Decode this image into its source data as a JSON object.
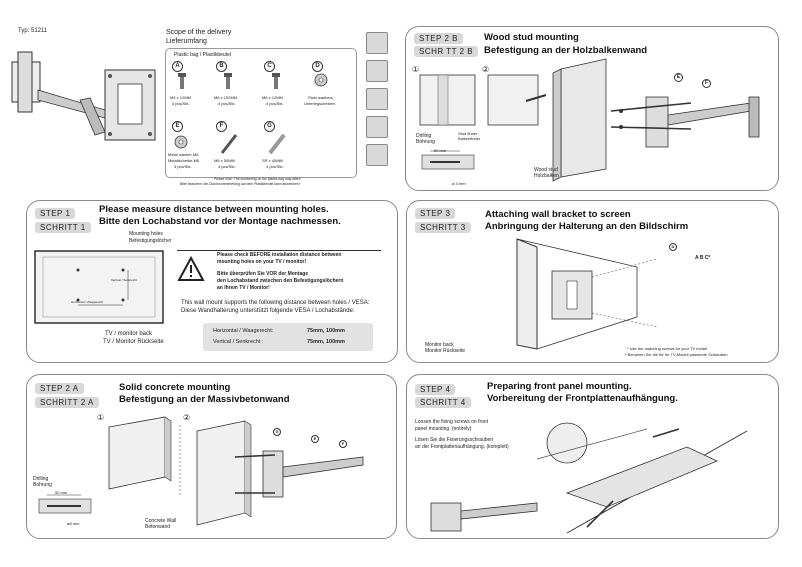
{
  "header": {
    "type_label": "Typ: 51211"
  },
  "scope": {
    "title_en": "Scope of the delivery",
    "title_de": "Lieferumfang",
    "bag_label": "Plastic bag / Plastikbeutel",
    "items": [
      {
        "letter": "A",
        "name": "M4 x 12MM",
        "qty": "4 pcs/Stk."
      },
      {
        "letter": "B",
        "name": "M6 x 152MM",
        "qty": "4 pcs/Stk."
      },
      {
        "letter": "C",
        "name": "M6 x 12MM",
        "qty": "4 pcs/Stk."
      },
      {
        "letter": "D",
        "name": "Plain washers",
        "qty": "Unterlegscheiben"
      },
      {
        "letter": "E",
        "name": "Metal washer M6",
        "name2": "Metallscheibe M6",
        "qty": "3 pcs/Stk."
      },
      {
        "letter": "F",
        "name": "M6 x 50MM",
        "qty": "4 pcs/Stk."
      },
      {
        "letter": "G",
        "name": "SR x 40MM",
        "qty": "4 pcs/Stk."
      }
    ],
    "note_en": "Please note: The numbering on the plastic bag may differ!",
    "note_de": "Bitte beachten: die Durchnummerierung auf dem Plastikbeutel kann abweichen!"
  },
  "step1": {
    "label_en": "STEP 1",
    "label_de": "SCHRITT 1",
    "title_en": "Please measure distance between mounting holes.",
    "title_de": "Bitte den Lochabstand vor der Montage nachmessen.",
    "holes_en": "Mounting holes",
    "holes_de": "Befestigungslöcher",
    "vertical": "Vertical / Senkrecht",
    "horizontal": "Horizontal / Waagerecht",
    "back_en": "TV / monitor back",
    "back_de": "TV / Monitor Rückseite",
    "warn_en1": "Please check BEFORE installation distance between",
    "warn_en2": "mounting holes on your TV / monitor!",
    "warn_de1": "Bitte überprüfen Sie VOR der Montage",
    "warn_de2": "den Lochabstand zwischen den Befestigungslöchern",
    "warn_de3": "an Ihrem TV / Monitor!",
    "vesa_en": "This wall mount supports the following distance between holes / VESA:",
    "vesa_de": "Diese Wandhalterung unterstützt folgende VESA / Lochabstände:",
    "row1_label": "Horizontal / Waagerecht:",
    "row1_value": "75mm, 100mm",
    "row2_label": "Vertical / Senkrecht :",
    "row2_value": "75mm, 100mm"
  },
  "step2a": {
    "label_en": "STEP 2 A",
    "label_de": "SCHRITT 2 A",
    "title_en": "Solid concrete mounting",
    "title_de": "Befestigung an der Massivbetonwand",
    "num1": "①",
    "num2": "②",
    "drill_en": "Drilling",
    "drill_de": "Bohrung",
    "dim1": "50 mm",
    "dim2": "ø8 mm",
    "wall_en": "Concrete Wall",
    "wall_de": "Betonwand",
    "callouts": [
      "G",
      "E",
      "F"
    ]
  },
  "step2b": {
    "label_en": "STEP 2 B",
    "label_de": "SCHR TT 2 B",
    "title_en": "Wood stud mounting",
    "title_de": "Befestigung an der Holzbalkenwand",
    "num1": "①",
    "num2": "②",
    "drill_en": "Drilling",
    "drill_de": "Bohrung",
    "dim1": "50 mm",
    "dim2": "ø 3 mm",
    "stud_finder_en": "Stud finder",
    "stud_finder_de": "Balkenfinder",
    "wood_en": "Wood stud",
    "wood_de": "Holzbalken",
    "callouts": [
      "E",
      "F"
    ]
  },
  "step3": {
    "label_en": "STEP 3",
    "label_de": "SCHRITT 3",
    "title_en": "Attaching wall bracket to screen",
    "title_de": "Anbringung der Halterung an den Bildschirm",
    "back_en": "Monitor back",
    "back_de": "Monitor Rückseite",
    "screws": "A B C*",
    "callout": "D",
    "note_en": "* Use the matching screws for your TV model",
    "note_de": "* Benutzen Sie die für Ihr TV-Modell passende Schrauben."
  },
  "step4": {
    "label_en": "STEP 4",
    "label_de": "SCHRITT 4",
    "title_en": "Preparing front panel mounting.",
    "title_de": "Vorbereitung der Frontplattenaufhängung.",
    "text_en1": "Loosen the fixing screws on front",
    "text_en2": "panel mounting. (entirely)",
    "text_de1": "Lösen Sie die Fixierungsschrauben",
    "text_de2": "an der Frontplattenaufhängung. (komplett)"
  },
  "colors": {
    "step_bg": "#d8d8d8",
    "border": "#8a8a8a",
    "table_bg": "#e2e2e2"
  }
}
